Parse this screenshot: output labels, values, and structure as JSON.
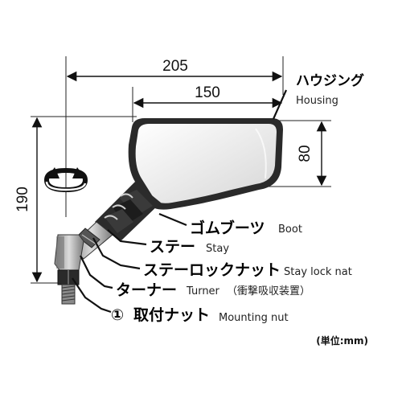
{
  "dimensions": {
    "overall_width": "205",
    "housing_width": "150",
    "height": "190",
    "housing_height": "80"
  },
  "labels": {
    "housing_jp": "ハウジング",
    "housing_en": "Housing",
    "boot_jp": "ゴムブーツ",
    "boot_en": "Boot",
    "stay_jp": "ステー",
    "stay_en": "Stay",
    "stay_lock_nut_jp": "ステーロックナット",
    "stay_lock_nut_en": "Stay lock nat",
    "turner_jp": "ターナー",
    "turner_en": "Turner",
    "turner_note": "（衝撃吸収装置）",
    "mounting_nut_number": "①",
    "mounting_nut_jp": "取付ナット",
    "mounting_nut_en": "Mounting nut"
  },
  "unit_note": "(単位:mm)"
}
